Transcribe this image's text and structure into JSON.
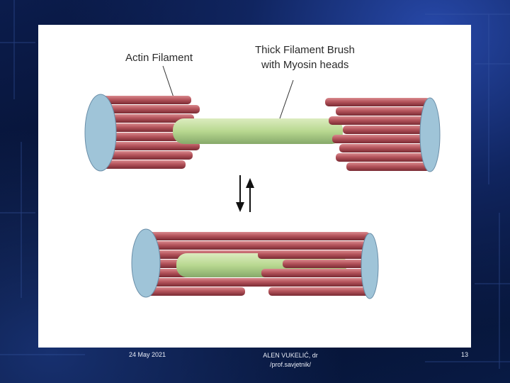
{
  "diagram": {
    "label_actin": "Actin Filament",
    "label_thick_line1": "Thick Filament Brush",
    "label_thick_line2": "with Myosin heads"
  },
  "footer": {
    "date": "24 May 2021",
    "author_line1": "ALEN VUKELIĆ, dr",
    "author_line2": "/prof.savjetnik/",
    "page_number": "13"
  },
  "colors": {
    "background": "#06122f",
    "actin": "#b5545c",
    "myosin": "#b8d890",
    "end_cap": "#9fc4d8"
  }
}
